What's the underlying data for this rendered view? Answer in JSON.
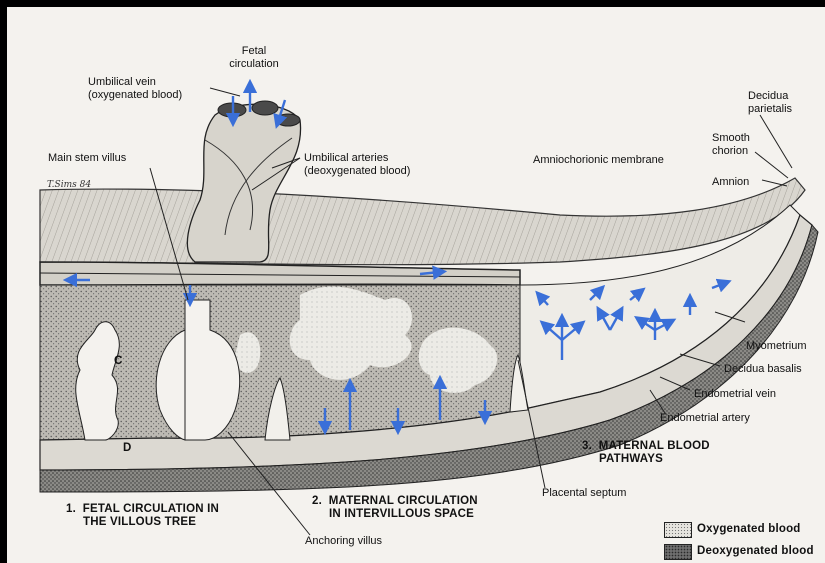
{
  "labels": {
    "fetal_circulation": "Fetal\ncirculation",
    "umbilical_vein": "Umbilical vein\n(oxygenated blood)",
    "main_stem_villus": "Main stem villus",
    "umbilical_arteries": "Umbilical arteries\n(deoxygenated blood)",
    "decidua_parietalis": "Decidua\nparietalis",
    "smooth_chorion": "Smooth\nchorion",
    "amniochorionic_membrane": "Amniochorionic membrane",
    "amnion": "Amnion",
    "myometrium": "Myometrium",
    "decidua_basalis": "Decidua basalis",
    "endometrial_vein": "Endometrial vein",
    "endometrial_artery": "Endometrial artery",
    "placental_septum": "Placental septum",
    "anchoring_villus": "Anchoring villus",
    "letter_c": "C",
    "letter_d": "D",
    "signature": "T.Sims 84"
  },
  "sections": {
    "fetal": "1.  FETAL CIRCULATION IN\n     THE VILLOUS TREE",
    "maternal": "2.  MATERNAL CIRCULATION\n     IN INTERVILLOUS SPACE",
    "pathways": "3.  MATERNAL BLOOD\n     PATHWAYS"
  },
  "legend": {
    "oxygenated": "Oxygenated blood",
    "deoxygenated": "Deoxygenated blood"
  },
  "colors": {
    "arrow_blue": "#3a6fd8",
    "stipple_light": "#e6e4de",
    "stipple_dark": "#6e6e6e"
  }
}
